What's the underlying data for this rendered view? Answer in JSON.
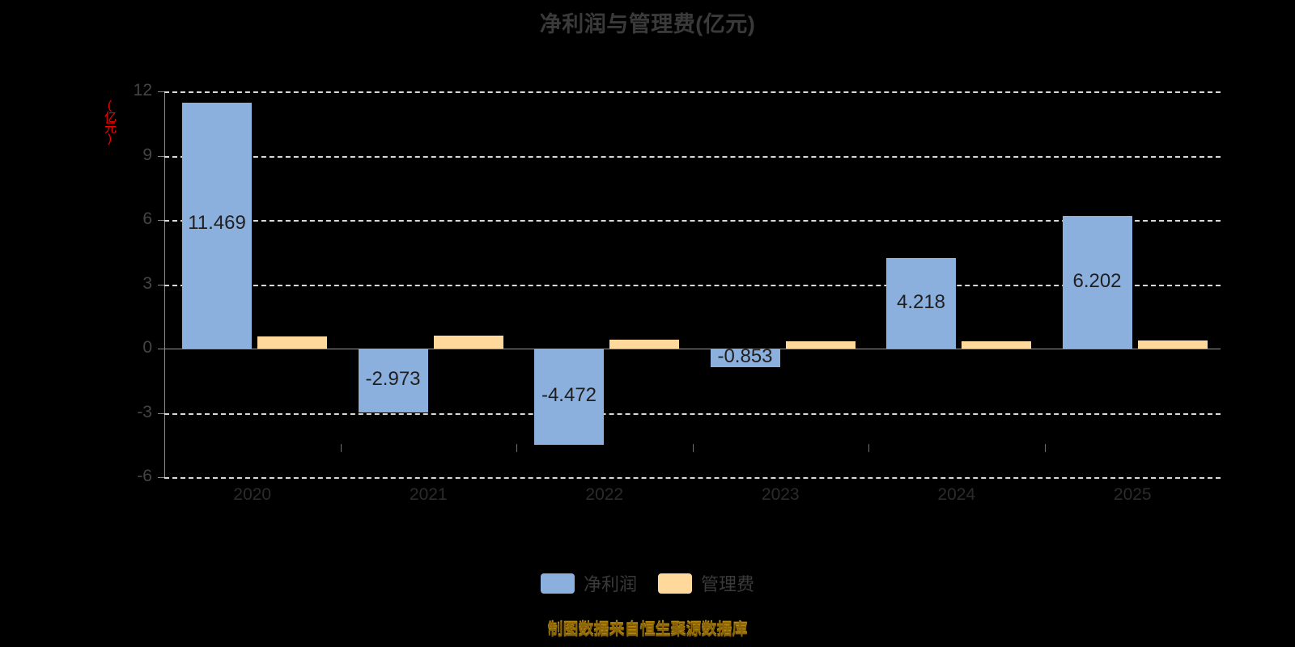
{
  "chart_data": {
    "type": "bar",
    "title": "净利润与管理费(亿元)",
    "xlabel": "",
    "ylabel": "(亿元)",
    "categories": [
      "2020",
      "2021",
      "2022",
      "2023",
      "2024",
      "2025"
    ],
    "series": [
      {
        "name": "净利润",
        "color": "#8cb0de",
        "values": [
          11.469,
          -2.973,
          -4.472,
          -0.853,
          4.218,
          6.202
        ],
        "labels": [
          "11.469",
          "-2.973",
          "-4.472",
          "-0.853",
          "4.218",
          "6.202"
        ]
      },
      {
        "name": "管理费",
        "color": "#ffd89b",
        "values": [
          0.57,
          0.6,
          0.42,
          0.33,
          0.35,
          0.38
        ],
        "labels": [
          "",
          "",
          "",
          "",
          "",
          ""
        ]
      }
    ],
    "ylim": [
      -6,
      12
    ],
    "yticks": [
      12,
      9,
      6,
      3,
      0,
      -3,
      -6
    ],
    "ytick_labels": [
      "12",
      "9",
      "6",
      "3",
      "0",
      "-3",
      "-6"
    ],
    "grid": true,
    "grid_style": "dashed",
    "legend_position": "bottom",
    "legend": [
      "净利润",
      "管理费"
    ]
  },
  "footer": {
    "source_note": "制图数据来自恒生聚源数据库"
  },
  "colors": {
    "background": "#000000",
    "title": "#3a3a3a",
    "grid": "#d9d9d9",
    "axis": "#8a8a8a",
    "tick_text": "#454545",
    "unit_label": "#ff0000",
    "footer": "#b8860b"
  }
}
